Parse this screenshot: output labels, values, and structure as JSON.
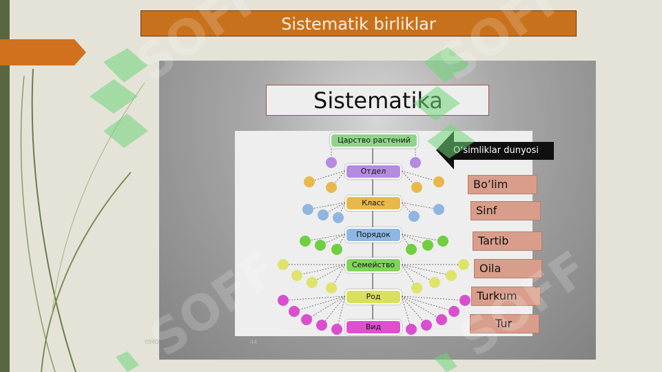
{
  "slide": {
    "title": "Sistematik birliklar",
    "footer_text": "ISMO",
    "footer_number": "44"
  },
  "panel": {
    "heading": "Sistematika"
  },
  "diagram": {
    "ranks_ru": [
      "Царство растений",
      "Отдел",
      "Класс",
      "Порядок",
      "Семейство",
      "Род",
      "Вид"
    ],
    "rank_colors": [
      "#8fd48a",
      "#b58be0",
      "#e8b84a",
      "#8eb6e0",
      "#7fd45a",
      "#d9e05a",
      "#e04fd0"
    ]
  },
  "callout": {
    "label": "O‘simliklar dunyosi"
  },
  "uzbek_labels": [
    "Bo’lim",
    "Sinf",
    "Tartib",
    "Oila",
    "Turkum",
    "Tur"
  ],
  "colors": {
    "title_bar": "#c8711c",
    "label_box": "#d89e8b",
    "sidebar_stripe": "#5a6640"
  }
}
